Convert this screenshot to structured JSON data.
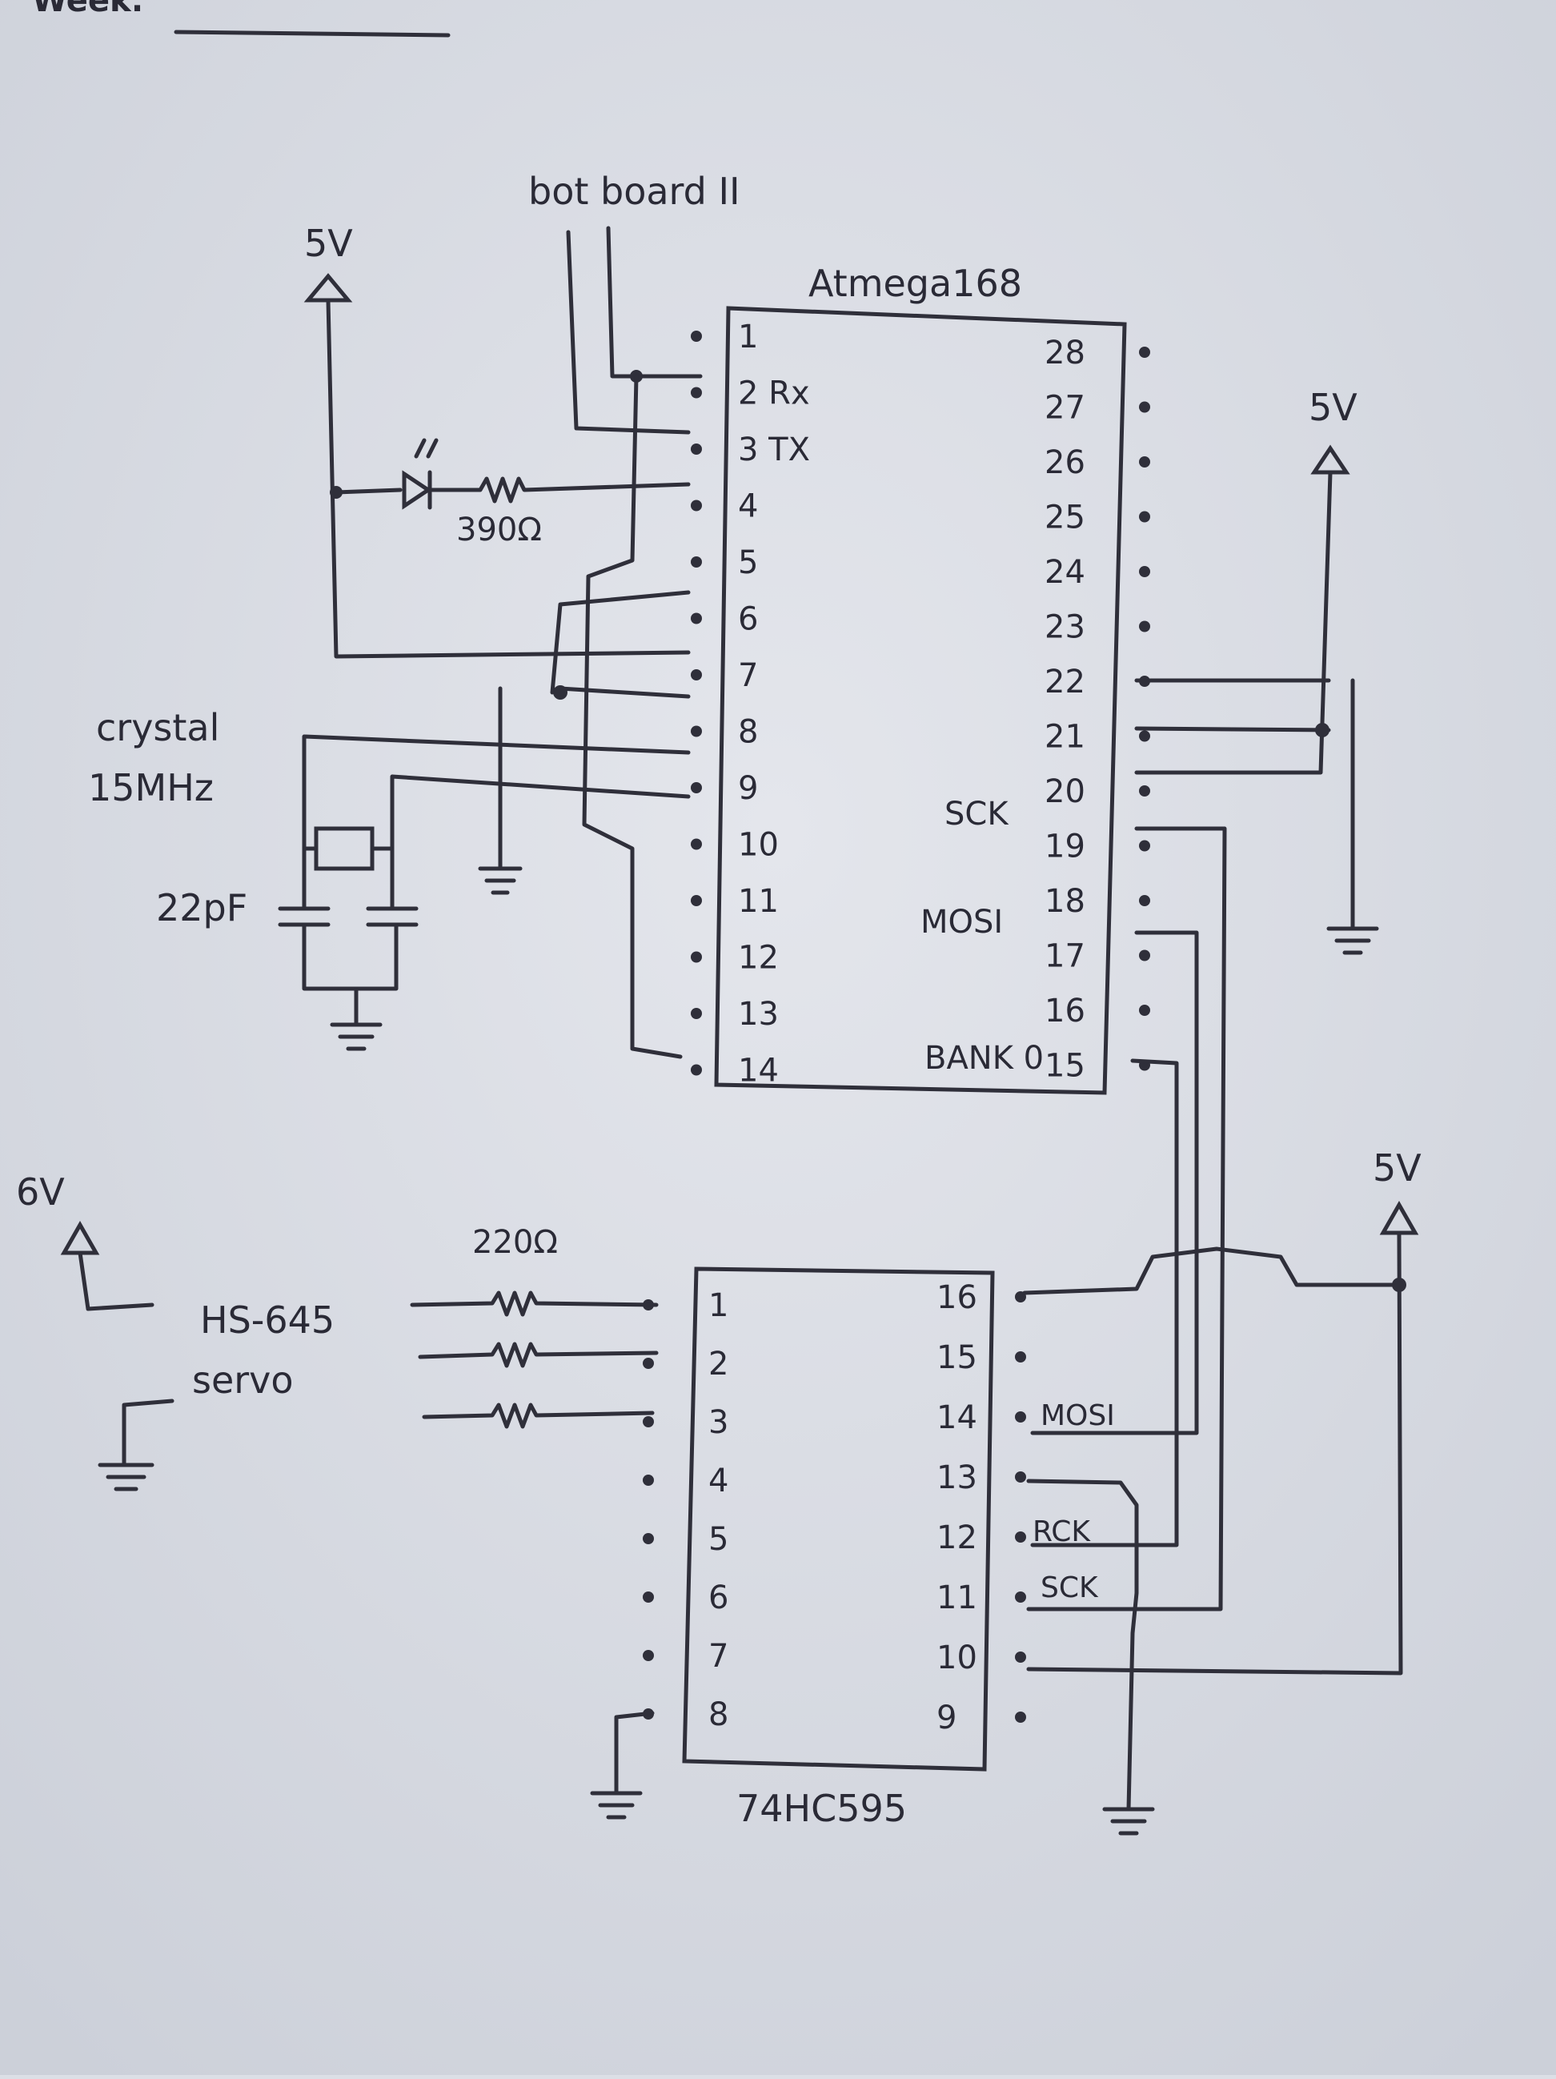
{
  "header": {
    "week_label": "Week:"
  },
  "mcu": {
    "name": "Atmega168",
    "left_pins": [
      "1",
      "2 Rx",
      "3 TX",
      "4",
      "5",
      "6",
      "7",
      "8",
      "9",
      "10",
      "11",
      "12",
      "13",
      "14"
    ],
    "right_pins": [
      "28",
      "27",
      "26",
      "25",
      "24",
      "23",
      "22",
      "21",
      "20",
      "19",
      "18",
      "17",
      "16",
      "15"
    ],
    "right_labels": {
      "19": "SCK",
      "17": "MOSI",
      "15": "BANK 0"
    }
  },
  "shift_register": {
    "name": "74HC595",
    "left_pins": [
      "1",
      "2",
      "3",
      "4",
      "5",
      "6",
      "7",
      "8"
    ],
    "right_pins": [
      "16",
      "15",
      "14",
      "13",
      "12",
      "11",
      "10",
      "9"
    ],
    "right_labels": {
      "14": "MOSI",
      "12": "RCK",
      "11": "SCK"
    }
  },
  "labels": {
    "boarduino": "bot board II",
    "power_5v": "5V",
    "power_6v": "6V",
    "led_resistor": "390Ω",
    "crystal": "crystal",
    "crystal_freq": "15MHz",
    "capacitor": "22pF",
    "servo_resistor": "220Ω",
    "servo_model": "HS-645",
    "servo_word": "servo"
  }
}
